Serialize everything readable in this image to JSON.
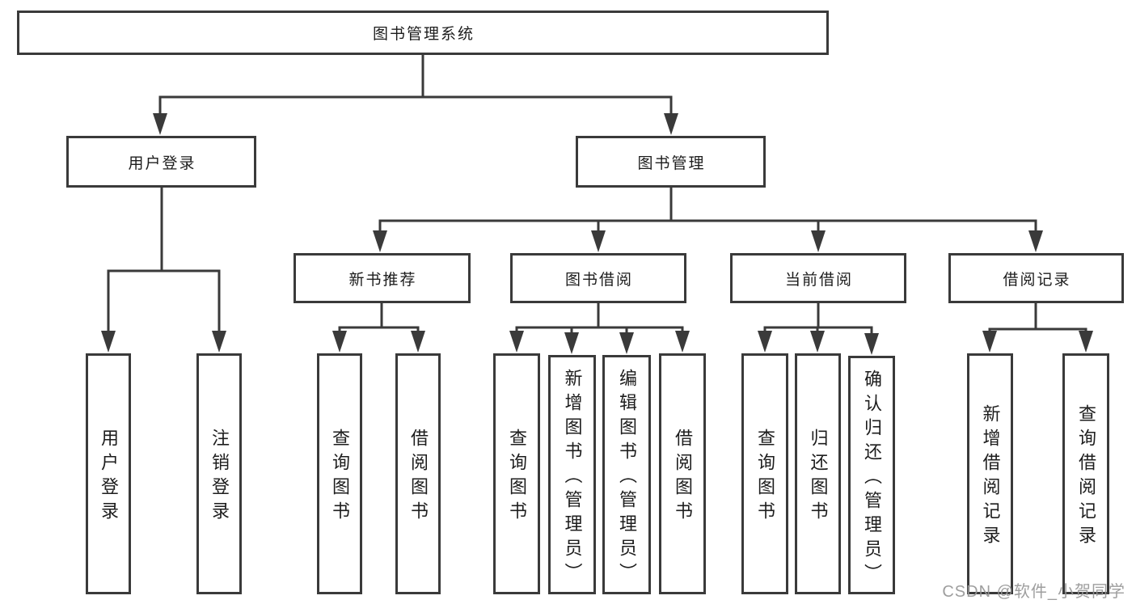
{
  "tree": {
    "root": {
      "label": "图书管理系统"
    },
    "children": [
      {
        "label": "用户登录",
        "children": [
          {
            "label": "用户登录"
          },
          {
            "label": "注销登录"
          }
        ]
      },
      {
        "label": "图书管理",
        "children": [
          {
            "label": "新书推荐",
            "children": [
              {
                "label": "查询图书"
              },
              {
                "label": "借阅图书"
              }
            ]
          },
          {
            "label": "图书借阅",
            "children": [
              {
                "label": "查询图书"
              },
              {
                "label": "新增图书（管理员）"
              },
              {
                "label": "编辑图书（管理员）"
              },
              {
                "label": "借阅图书"
              }
            ]
          },
          {
            "label": "当前借阅",
            "children": [
              {
                "label": "查询图书"
              },
              {
                "label": "归还图书"
              },
              {
                "label": "确认归还（管理员）"
              }
            ]
          },
          {
            "label": "借阅记录",
            "children": [
              {
                "label": "新增借阅记录"
              },
              {
                "label": "查询借阅记录"
              }
            ]
          }
        ]
      }
    ]
  },
  "watermark": {
    "text": "CSDN @软件_小贺同学"
  },
  "colors": {
    "line": "#3a3a3a",
    "text": "#1d1d1d",
    "watermark": "#969696",
    "background": "#ffffff"
  }
}
